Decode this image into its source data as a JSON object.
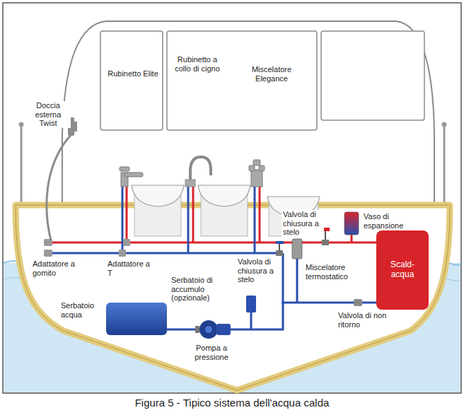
{
  "diagram": {
    "caption": "Figura 5 - Tipico sistema dell'acqua calda",
    "nodes": [
      {
        "text": [
          "Serbatoio acqua"
        ]
      },
      {
        "text": [
          "Scald-acqua"
        ]
      }
    ],
    "edges": [
      {
        "from": 0,
        "to": 1,
        "arrow": "none"
      }
    ],
    "labels": [
      "Rubinetto Elite",
      "Rubinetto a collo di cigno",
      "Miscelatore Elegance",
      "Doccia esterna Twist",
      "Valvola di chiusura a stelo",
      "Vaso di espansione",
      "Miscelatore termostatico",
      "Valvola di chiusura a stelo",
      "Adattatore a gomito",
      "Adattatore a T",
      "Serbatoio di accumulo (opzionale)",
      "Valvola di non ritorno",
      "Pompa a pressione"
    ]
  }
}
